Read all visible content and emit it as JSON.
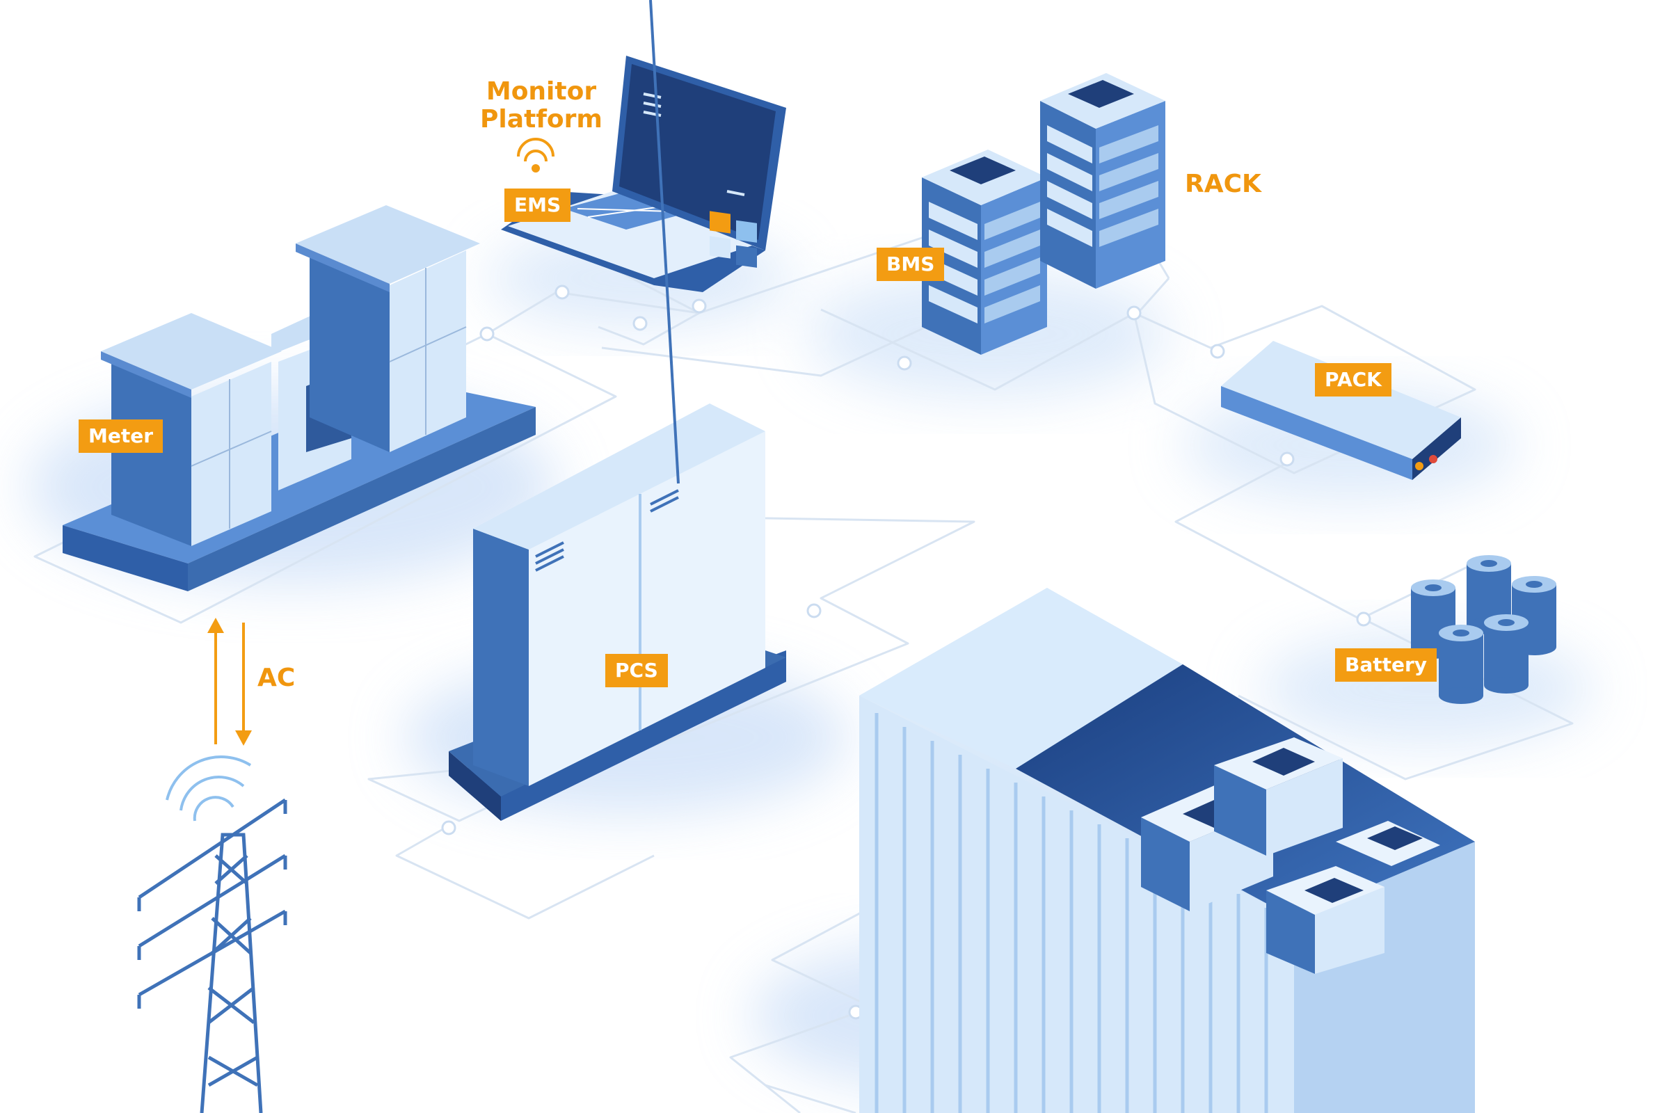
{
  "colors": {
    "label_bg": "#f39c12",
    "label_text": "#ffffff",
    "accent_text": "#f0960e",
    "equipment_dark": "#3b6cb0",
    "equipment_light": "#d6e8fa",
    "equipment_navy": "#1f3f7a"
  },
  "components": {
    "monitor_platform": {
      "title": "Monitor Platform",
      "line1": "Monitor",
      "line2": "Platform",
      "icon": "laptop-icon",
      "signal_icon": "wifi-icon"
    },
    "ems": {
      "label": "EMS"
    },
    "bms": {
      "label": "BMS",
      "icon": "server-icon"
    },
    "rack": {
      "label": "RACK",
      "icon": "server-rack-icon"
    },
    "pack": {
      "label": "PACK",
      "icon": "battery-pack-icon"
    },
    "battery": {
      "label": "Battery",
      "icon": "battery-cells-icon"
    },
    "meter": {
      "label": "Meter",
      "icon": "substation-icon"
    },
    "pcs": {
      "label": "PCS",
      "icon": "cabinet-icon"
    },
    "ac": {
      "label": "AC",
      "icon": "bidirectional-arrow-icon"
    },
    "grid": {
      "icon": "transmission-tower-icon"
    },
    "container": {
      "icon": "storage-container-icon"
    }
  }
}
